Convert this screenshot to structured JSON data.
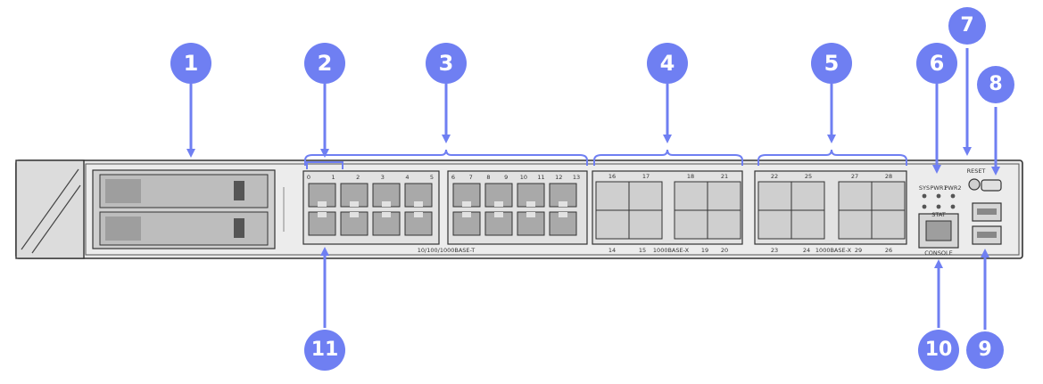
{
  "callouts": {
    "c1": "1",
    "c2": "2",
    "c3": "3",
    "c4": "4",
    "c5": "5",
    "c6": "6",
    "c7": "7",
    "c8": "8",
    "c9": "9",
    "c10": "10",
    "c11": "11"
  },
  "panel_labels": {
    "rj45_block_a_top": [
      "0",
      "1",
      "2",
      "3",
      "4",
      "5"
    ],
    "rj45_block_b_top": [
      "6",
      "7",
      "8",
      "9",
      "10",
      "11",
      "12",
      "13"
    ],
    "rj45_caption": "10/100/1000BASE-T",
    "sfp_a_top": [
      "16",
      "17",
      "18",
      "21"
    ],
    "sfp_a_bottom": [
      "14",
      "15",
      "19",
      "20"
    ],
    "sfp_a_caption": "1000BASE-X",
    "sfp_b_top": [
      "22",
      "25",
      "27",
      "28"
    ],
    "sfp_b_bottom": [
      "23",
      "24",
      "29",
      "26"
    ],
    "sfp_b_caption": "1000BASE-X",
    "led_labels": [
      "SYS",
      "PWR1",
      "PWR2"
    ],
    "console_label": "CONSOLE",
    "reset_label": "RESET",
    "stat_label": "STAT"
  },
  "colors": {
    "callout": "#6f7ff2",
    "arrow": "#6f7ff2",
    "chassis": "#e6e6e6",
    "outline": "#333333"
  }
}
